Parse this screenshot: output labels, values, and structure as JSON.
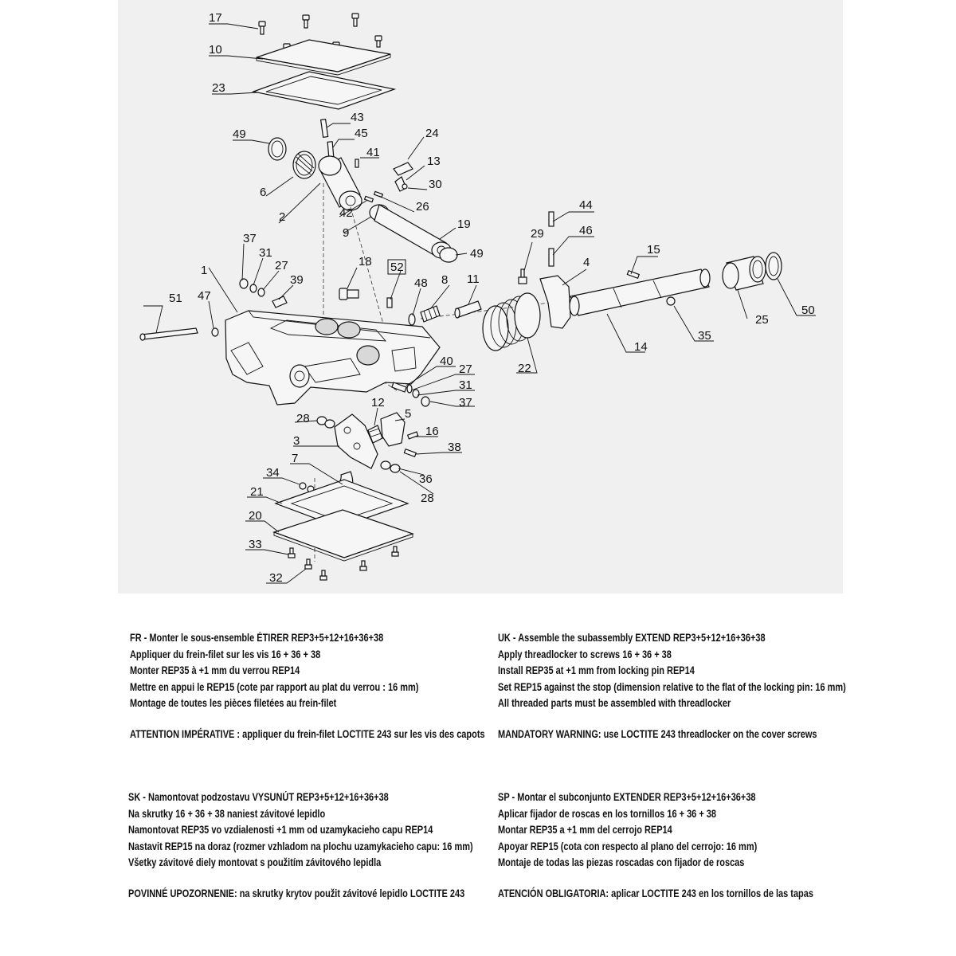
{
  "callouts": {
    "c17": "17",
    "c10": "10",
    "c23": "23",
    "c43": "43",
    "c45": "45",
    "c49a": "49",
    "c41": "41",
    "c24": "24",
    "c13": "13",
    "c6": "6",
    "c30": "30",
    "c42": "42",
    "c26": "26",
    "c2": "2",
    "c9": "9",
    "c19": "19",
    "c49b": "49",
    "c44": "44",
    "c46": "46",
    "c29": "29",
    "c4": "4",
    "c15": "15",
    "c37a": "37",
    "c31a": "31",
    "c27a": "27",
    "c39": "39",
    "c18": "18",
    "c52": "52",
    "c48": "48",
    "c8": "8",
    "c11": "11",
    "c1": "1",
    "c51": "51",
    "c47": "47",
    "c25": "25",
    "c50": "50",
    "c35": "35",
    "c14": "14",
    "c22": "22",
    "c40": "40",
    "c27b": "27",
    "c31b": "31",
    "c37b": "37",
    "c12": "12",
    "c5": "5",
    "c28a": "28",
    "c16": "16",
    "c3": "3",
    "c38": "38",
    "c7": "7",
    "c36": "36",
    "c34": "34",
    "c28b": "28",
    "c21": "21",
    "c20": "20",
    "c33": "33",
    "c32": "32"
  },
  "notes": {
    "fr": {
      "l1": "FR - Monter le sous-ensemble ÉTIRER REP3+5+12+16+36+38",
      "l2": "Appliquer du frein-filet sur les vis 16 + 36 + 38",
      "l3": "Monter REP35 à +1 mm du verrou REP14",
      "l4": "Mettre en appui le REP15 (cote par rapport au plat du verrou : 16 mm)",
      "l5": "Montage de toutes les pièces filetées au frein-filet",
      "warning": "ATTENTION IMPÉRATIVE : appliquer du frein-filet LOCTITE 243 sur les vis des capots"
    },
    "uk": {
      "l1": "UK - Assemble the subassembly EXTEND REP3+5+12+16+36+38",
      "l2": "Apply threadlocker to screws 16 + 36 + 38",
      "l3": "Install REP35 at +1 mm from locking pin REP14",
      "l4": "Set REP15 against the stop (dimension relative to the flat of the locking pin: 16 mm)",
      "l5": "All threaded parts must be assembled with threadlocker",
      "warning": "MANDATORY WARNING: use LOCTITE 243 threadlocker on the cover screws"
    },
    "sk": {
      "l1": "SK - Namontovat podzostavu VYSUNÚT REP3+5+12+16+36+38",
      "l2": "Na skrutky 16 + 36 + 38 naniest závitové lepidlo",
      "l3": "Namontovat REP35 vo vzdialenosti +1 mm od uzamykacieho capu REP14",
      "l4": "Nastavit REP15 na doraz (rozmer vzhladom na plochu uzamykacieho capu: 16 mm)",
      "l5": "Všetky závitové diely montovat s použitím závitového lepidla",
      "warning": "POVINNÉ UPOZORNENIE: na skrutky krytov použit závitové lepidlo LOCTITE 243"
    },
    "sp": {
      "l1": "SP - Montar el subconjunto EXTENDER REP3+5+12+16+36+38",
      "l2": "Aplicar fijador de roscas en los tornillos 16 + 36 + 38",
      "l3": "Montar REP35 a +1 mm del cerrojo REP14",
      "l4": "Apoyar REP15 (cota con respecto al plano del cerrojo: 16 mm)",
      "l5": "Montaje de todas las piezas roscadas con fijador de roscas",
      "warning": "ATENCIÓN OBLIGATORIA: aplicar LOCTITE 243 en los tornillos de las tapas"
    }
  }
}
